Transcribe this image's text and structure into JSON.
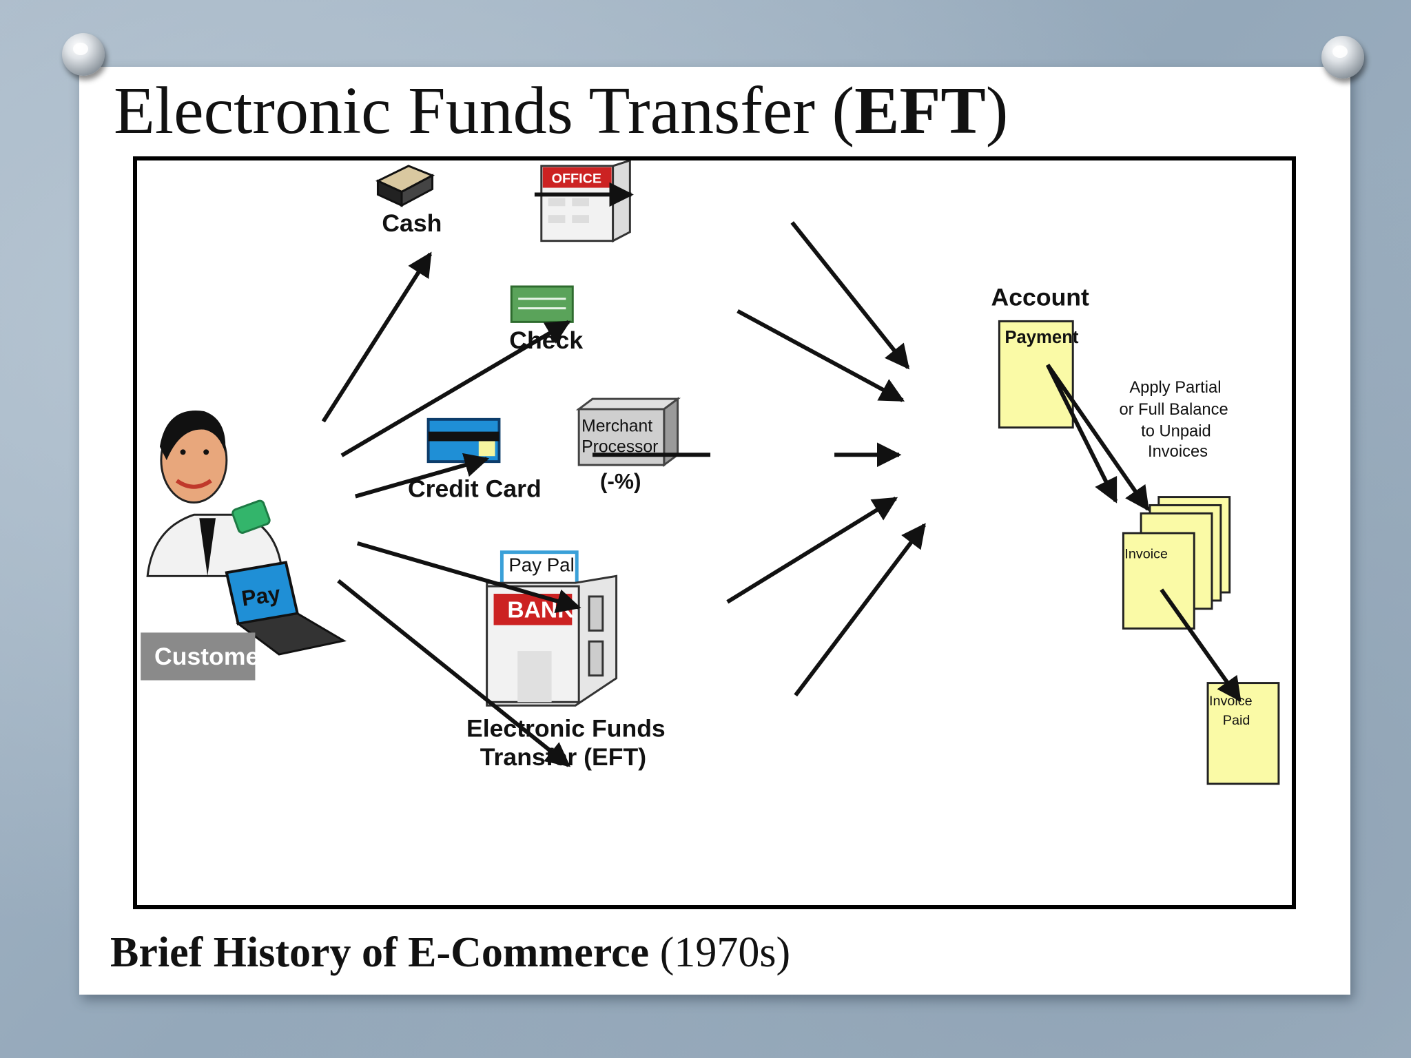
{
  "slide": {
    "title_main": "Electronic Funds  Transfer (",
    "title_bold": "EFT",
    "title_close": ")",
    "subtitle_bold": "Brief History of E-Commerce ",
    "subtitle_year": "(1970s)"
  },
  "diagram": {
    "customer_label": "Customer",
    "pay_label": "Pay",
    "cash_label": "Cash",
    "office_label": "OFFICE",
    "check_label": "Check",
    "credit_card_label": "Credit Card",
    "merchant_line1": "Merchant",
    "merchant_line2": "Processor",
    "merchant_fee": "(-%)",
    "paypal_label": "Pay Pal",
    "paypal_fee": "(-%)",
    "bank_label": "BANK",
    "eft_line1": "Electronic Funds",
    "eft_line2": "Transfer (EFT)",
    "account_label": "Account",
    "payment_label": "Payment",
    "apply_line1": "Apply Partial",
    "apply_line2": "or Full Balance",
    "apply_line3": "to Unpaid",
    "apply_line4": "Invoices",
    "invoice_label": "Invoice",
    "invoice_paid_line1": "Invoice",
    "invoice_paid_line2": "Paid"
  },
  "colors": {
    "office_red": "#cc2222",
    "check_green": "#5aa35a",
    "card_blue": "#1f8fd6",
    "paypal_border": "#3aa0d8",
    "bank_red": "#cc2222",
    "note_yellow": "#fafaa6",
    "customer_gray": "#8a8a8a"
  }
}
